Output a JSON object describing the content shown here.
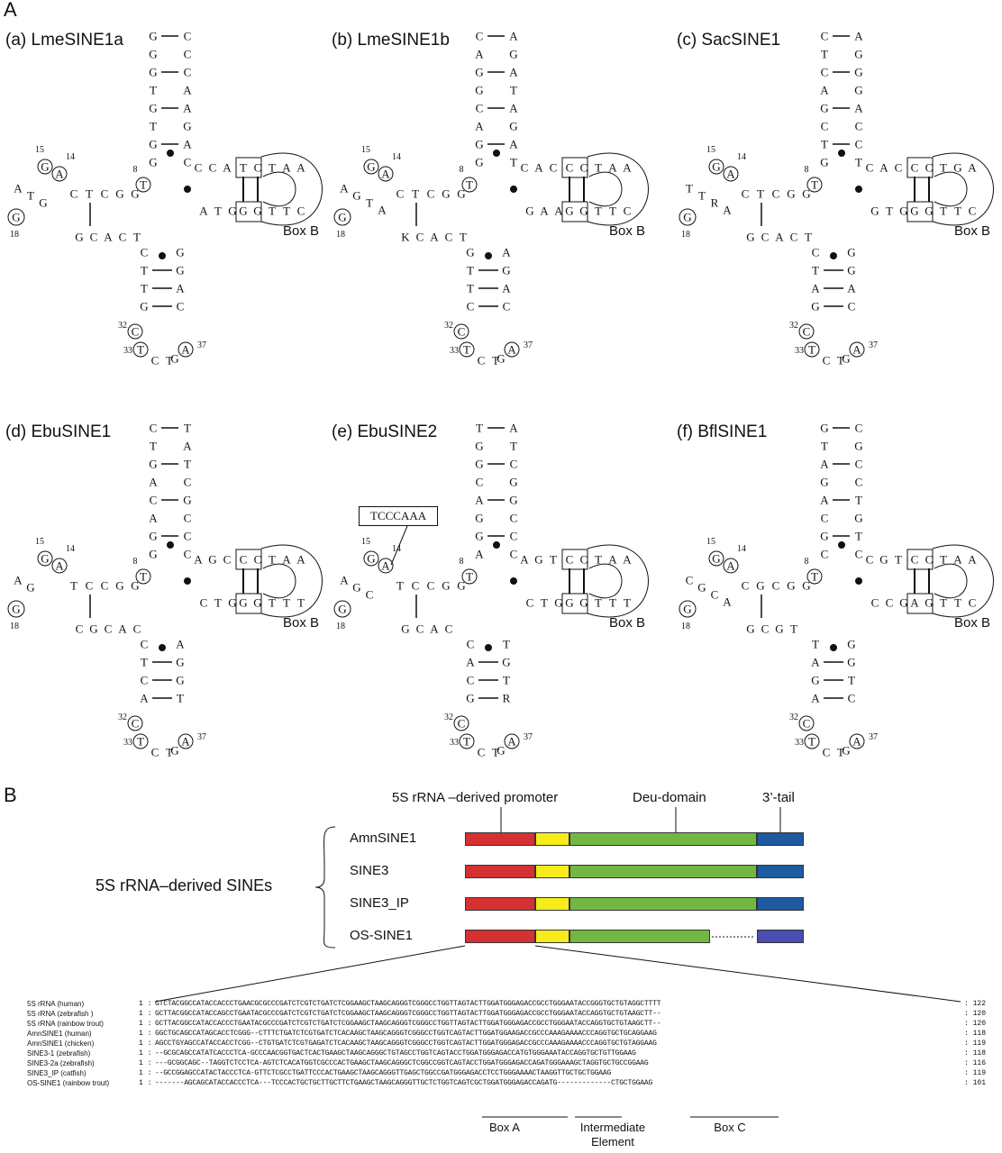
{
  "figure": {
    "panel_A_letter": "A",
    "panel_B_letter": "B"
  },
  "structures": [
    {
      "title": "(a) LmeSINE1a",
      "box_label": "Box B",
      "stem": [
        "G",
        "C",
        "G",
        "C",
        "G",
        "C",
        "T",
        "A",
        "G",
        "A",
        "T",
        "G",
        "G",
        "A",
        "G",
        "C"
      ],
      "nums": [
        "15",
        "14",
        "8",
        "18",
        "32",
        "33",
        "37"
      ],
      "arm_left": "CTCGG",
      "arm_bottom": "GCACT",
      "loop": "ATG",
      "acc_top": "CCA",
      "box_top": "TCTAA",
      "box_bot": "GGTTC",
      "acc_bot": "ATG",
      "anti": [
        "C",
        "G",
        "T",
        "G",
        "T",
        "A",
        "G",
        "C",
        "C",
        "T",
        "T",
        "A",
        "G",
        "T",
        "C"
      ]
    },
    {
      "title": "(b) LmeSINE1b",
      "box_label": "Box B",
      "stem": [
        "C",
        "A",
        "A",
        "G",
        "G",
        "A",
        "G",
        "T"
      ],
      "nums": [
        "15",
        "14",
        "8",
        "18",
        "32",
        "33",
        "37"
      ],
      "arm_left": "CTCGG",
      "arm_bottom": "KCACT",
      "loop": "AGTA",
      "acc_top": "CAC",
      "box_top": "CCTAA",
      "box_bot": "GGTTC",
      "acc_bot": "GAA",
      "anti": [
        "G",
        "A",
        "T",
        "G",
        "T",
        "A",
        "C",
        "C",
        "C",
        "T",
        "T",
        "A",
        "G",
        "T",
        "G",
        "A",
        "A"
      ]
    },
    {
      "title": "(c) SacSINE1",
      "box_label": "Box B",
      "stem": [
        "C",
        "A",
        "T",
        "G",
        "C",
        "G",
        "A",
        "G",
        "G",
        "A",
        "C",
        "C",
        "T",
        "C",
        "G",
        "T"
      ],
      "nums": [
        "15",
        "14",
        "8",
        "18",
        "32",
        "33",
        "37"
      ],
      "arm_left": "CTCGG",
      "arm_bottom": "GCACT",
      "loop": "TTRA",
      "acc_top": "CAC",
      "box_top": "CCTGA",
      "box_bot": "GGTTC",
      "acc_bot": "GTG",
      "anti": [
        "C",
        "G",
        "T",
        "G",
        "A",
        "A",
        "G",
        "C",
        "C",
        "T",
        "T",
        "A",
        "G",
        "T",
        "C"
      ]
    },
    {
      "title": "(d) EbuSINE1",
      "box_label": "Box B",
      "stem": [
        "C",
        "T",
        "T",
        "A",
        "G",
        "T",
        "A",
        "C",
        "C",
        "G",
        "A",
        "C",
        "G",
        "C",
        "G",
        "C",
        "A",
        "C"
      ],
      "nums": [
        "15",
        "14",
        "8",
        "18",
        "32",
        "33",
        "37"
      ],
      "arm_left": "TCCGG",
      "arm_bottom": "CGCAC",
      "loop": "AG",
      "acc_top": "AGC",
      "box_top": "CCTAA",
      "box_bot": "GGTTT",
      "acc_bot": "CTG",
      "anti": [
        "C",
        "A",
        "T",
        "G",
        "C",
        "G",
        "A",
        "T",
        "C",
        "G",
        "T",
        "A",
        "G",
        "C",
        "T",
        "A"
      ]
    },
    {
      "title": "(e) EbuSINE2",
      "box_label": "Box B",
      "callout": "TCCCAAA",
      "stem": [
        "T",
        "A",
        "G",
        "T",
        "G",
        "C",
        "C",
        "G",
        "A",
        "G",
        "G",
        "C",
        "G",
        "C",
        "A",
        "C"
      ],
      "nums": [
        "15",
        "14",
        "8",
        "18",
        "32",
        "33",
        "37"
      ],
      "arm_left": "TCCGG",
      "arm_bottom": "GCAC",
      "loop": "AGC",
      "acc_top": "AGT",
      "box_top": "CCTAA",
      "box_bot": "GGTTT",
      "acc_bot": "CTG",
      "anti": [
        "C",
        "T",
        "A",
        "G",
        "C",
        "T",
        "G",
        "R",
        "T",
        "C",
        "T",
        "A",
        "C",
        "T",
        "A"
      ]
    },
    {
      "title": "(f) BflSINE1",
      "box_label": "Box B",
      "stem": [
        "G",
        "C",
        "T",
        "G",
        "A",
        "C",
        "G",
        "C",
        "A",
        "T",
        "C",
        "G",
        "G",
        "T",
        "C",
        "C",
        "G"
      ],
      "nums": [
        "15",
        "14",
        "8",
        "18",
        "32",
        "33",
        "37"
      ],
      "arm_left": "CGCGG",
      "arm_bottom": "GCGT",
      "loop": "CGCA",
      "acc_top": "CGT",
      "box_top": "CCTAA",
      "box_bot": "AGTTC",
      "acc_bot": "CCG",
      "anti": [
        "T",
        "G",
        "A",
        "G",
        "G",
        "T",
        "A",
        "C",
        "G",
        "C",
        "G",
        "C",
        "G",
        "A",
        "C",
        "G",
        "G"
      ]
    }
  ],
  "panelB": {
    "domain_labels": {
      "promoter": "5S rRNA –derived promoter",
      "deu": "Deu-domain",
      "tail": "3’-tail"
    },
    "group_label": "5S rRNA–derived SINEs",
    "tracks": [
      {
        "name": "AmnSINE1",
        "truncated": false
      },
      {
        "name": "SINE3",
        "truncated": false
      },
      {
        "name": "SINE3_IP",
        "truncated": false
      },
      {
        "name": "OS-SINE1",
        "truncated": true
      }
    ],
    "colors": {
      "promoter": "#d53032",
      "boxA": "#f6ec1a",
      "deu": "#73b743",
      "tail": "#1d5aa0",
      "tail_alt": "#4a4eb0"
    },
    "alignment": [
      {
        "name": "5S rRNA (human)",
        "start": "1 :",
        "seq": "GTCTACGGCCATACCACCCTGAACGCGCCCGATCTCGTCTGATCTCGGAAGCTAAGCAGGGTCGGGCCTGGTTAGTACTTGGATGGGAGACCGCCTGGGAATACCGGGTGCTGTAGGCTTTT",
        "end": ": 122"
      },
      {
        "name": "5S rRNA (zebrafish )",
        "start": "1 :",
        "seq": "GCTTACGGCCATACCAGCCTGAATACGCCCGATCTCGTCTGATCTCGGAAGCTAAGCAGGGTCGGGCCTGGTTAGTACTTGGATGGGAGACCGCCTGGGAATACCAGGTGCTGTAAGCTT--",
        "end": ": 120"
      },
      {
        "name": "5S rRNA (rainbow trout)",
        "start": "1 :",
        "seq": "GCTTACGGCCATACCACCCTGAATACGCCCGATCTCGTCTGATCTCGGAAGCTAAGCAGGGTCGGGCCTGGTTAGTACTTGGATGGGAGACCGCCTGGGAATACCAGGTGCTGTAAGCTT--",
        "end": ": 120"
      },
      {
        "name": "AmnSINE1 (human)",
        "start": "1 :",
        "seq": "GGCTGCAGCCATAGCACCTCGGG--CTTTCTGATCTCGTGATCTCACAAGCTAAGCAGGGTCGGGCCTGGTCAGTACTTGGATGGAAGACCGCCCAAAGAAAACCCAGGTGCTGCAGGAAG",
        "end": ": 118"
      },
      {
        "name": "AmnSINE1 (chicken)",
        "start": "1 :",
        "seq": "AGCCTGYAGCCATACCACCTCGG--CTGTGATCTCGTGAGATCTCACAAGCTAAGCAGGGTCGGGCCTGGTCAGTACTTGGATGGGAGACCGCCCAAAGAAAACCCAGGTGCTGTAGGAAG",
        "end": ": 119"
      },
      {
        "name": "SINE3-1 (zebrafish)",
        "start": "1 :",
        "seq": "--GCGCAGCCATATCACCCTCA-GCCCAACGGTGACTCACTGAAGCTAAGCAGGGCTGTAGCCTGGTCAGTACCTGGATGGGAGACCATGTGGGAAATACCAGGTGCTGTTGGAAG",
        "end": ": 118"
      },
      {
        "name": "SINE3-2a (zebrafish)",
        "start": "1 :",
        "seq": "---GCGGCAGC--TAGGTCTCCTCA-AGTCTCACATGGTCGCCCACTGAAGCTAAGCAGGGCTCGGCCGGTCAGTACCTGGATGGGAGACCAGATGGGAAAGCTAGGTGCTGCCGGAAG",
        "end": ": 116"
      },
      {
        "name": "SINE3_IP (catfish)",
        "start": "1 :",
        "seq": "--GCCGGAGCCATACTACCCTCA-GTTCTCGCCTGATTCCCACTGAAGCTAAGCAGGGTTGAGCTGGCCGATGGGAGACCTCCTGGGAAAACTAAGGTTGCTGCTGGAAG",
        "end": ": 119"
      },
      {
        "name": "OS-SINE1 (rainbow trout)",
        "start": "1 :",
        "seq": "-------AGCAGCATACCACCCTCA---TCCCACTGCTGCTTGCTTCTGAAGCTAAGCAGGGTTGCTCTGGTCAGTCGCTGGATGGGAGACCAGATG-------------CTGCTGGAAG",
        "end": ": 101"
      }
    ],
    "boxes": [
      "Box A",
      "Intermediate",
      "Element",
      "Box C"
    ]
  }
}
